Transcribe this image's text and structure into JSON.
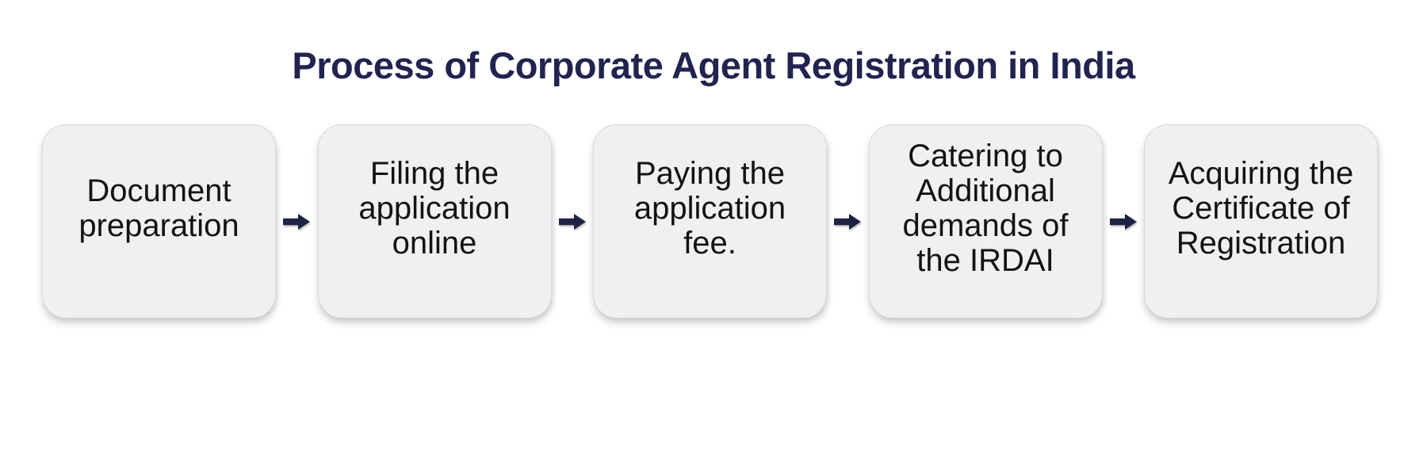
{
  "title": "Process of Corporate Agent Registration in India",
  "colors": {
    "page_background": "#ffffff",
    "title_text": "#232350",
    "box_background": "#f0f0f0",
    "box_border": "#d9d9d9",
    "box_text": "#131313",
    "arrow": "#1f2343"
  },
  "connector": {
    "icon": "right-arrow-icon",
    "direction": "right"
  },
  "steps": [
    {
      "label": "Document preparation",
      "lines": [
        "Document",
        "preparation"
      ]
    },
    {
      "label": "Filing the application online",
      "lines": [
        "Filing the",
        "application",
        "online"
      ]
    },
    {
      "label": "Paying the application fee.",
      "lines": [
        "Paying the",
        "application",
        "fee."
      ]
    },
    {
      "label": "Catering to Additional demands of the IRDAI",
      "lines": [
        "Catering to",
        "Additional",
        "demands of",
        "the IRDAI"
      ]
    },
    {
      "label": "Acquiring the Certificate of Registration",
      "lines": [
        "Acquiring the",
        "Certificate of",
        "Registration"
      ]
    }
  ]
}
